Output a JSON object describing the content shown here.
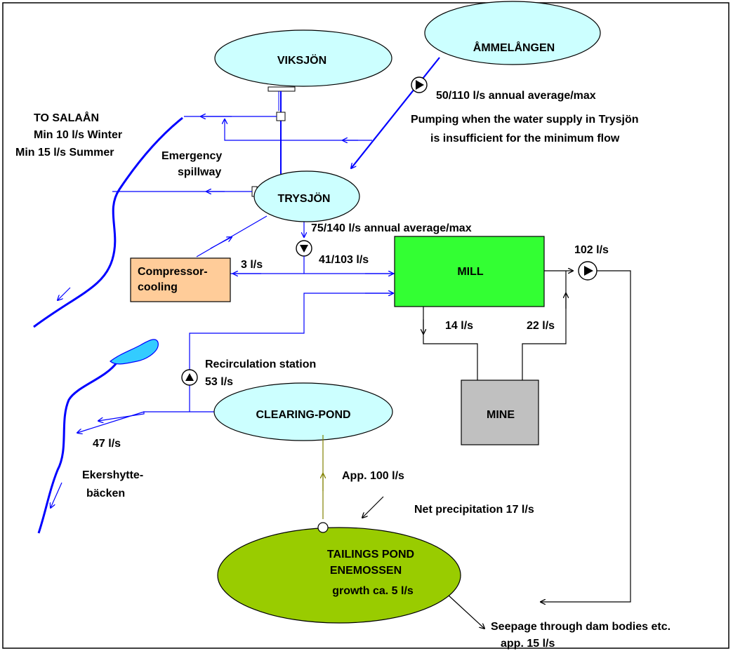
{
  "colors": {
    "water": "#0000ff",
    "lake": "#ccffff",
    "mill": "#33ff33",
    "mine": "#c0c0c0",
    "compressor": "#ffcc99",
    "tailings": "#99cc00",
    "small_lake": "#33ccff",
    "decant": "#808000",
    "line": "#000000"
  },
  "nodes": {
    "viksjon": "VIKSJÖN",
    "ammelangen": "ÅMMELÅNGEN",
    "trysjon": "TRYSJÖN",
    "compressor_line1": "Compressor-",
    "compressor_line2": "cooling",
    "mill": "MILL",
    "mine": "MINE",
    "clearing_pond": "CLEARING-POND",
    "tailings_line1": "TAILINGS POND",
    "tailings_line2": "ENEMOSSEN",
    "tailings_line3": "growth ca. 5 l/s"
  },
  "labels": {
    "to_salaan_1": "TO SALAÅN",
    "to_salaan_2": "Min 10 l/s Winter",
    "to_salaan_3": "Min 15 l/s Summer",
    "emergency_1": "Emergency",
    "emergency_2": "spillway",
    "ammelangen_flow": "50/110 l/s  annual average/max",
    "pumping_1": "Pumping when the water supply in Trysjön",
    "pumping_2": "is insufficient for the minimum flow",
    "trysjon_flow": "75/140 l/s annual average/max",
    "flow_102": "102 l/s",
    "flow_3": "3 l/s",
    "flow_41": "41/103 l/s",
    "flow_14": "14 l/s",
    "flow_22": "22 l/s",
    "recirc_1": "Recirculation station",
    "recirc_2": "53 l/s",
    "flow_47": "47 l/s",
    "ekershytte_1": "Ekershytte-",
    "ekershytte_2": "bäcken",
    "app_100": "App. 100 l/s",
    "net_precip": "Net precipitation 17 l/s",
    "seepage_1": "Seepage through dam bodies etc.",
    "seepage_2": "app. 15 l/s"
  }
}
